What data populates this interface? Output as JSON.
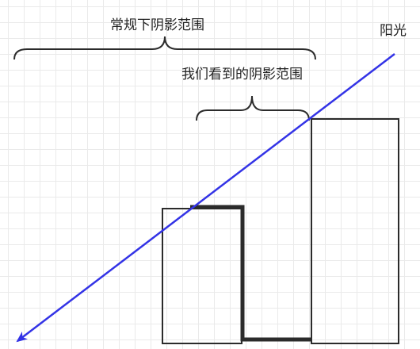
{
  "labels": {
    "normal_shadow": "常规下阴影范围",
    "seen_shadow": "我们看到的阴影范围",
    "sunlight": "阳光"
  },
  "colors": {
    "sunlight_ray": "#3333e6",
    "building_stroke": "#2b2b2b",
    "grid": "#eaeaea"
  }
}
